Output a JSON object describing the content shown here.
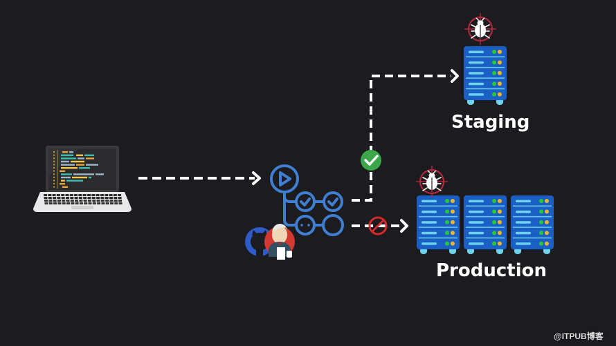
{
  "diagram": {
    "title": "CI/CD deployment pipeline",
    "colors": {
      "background": "#1c1b1f",
      "arrow": "#ffffff",
      "pipeline_blue": "#3f7fd1",
      "server_body": "#1a5fc4",
      "server_slot_line": "#6fd3ee",
      "server_led_green": "#2bc93a",
      "server_led_yellow": "#f0b429",
      "server_feet": "#6fd3ee",
      "success_green": "#3aa84a",
      "blocked_red": "#d42a2a",
      "bug_target_red": "#b1283a",
      "bug_white": "#ffffff"
    },
    "nodes": [
      {
        "id": "developer-laptop",
        "kind": "laptop",
        "description": "Developer laptop with code editor"
      },
      {
        "id": "ci-pipeline",
        "kind": "workflow",
        "description": "GitHub Actions workflow with play, two passed checks, one pending and one empty job"
      },
      {
        "id": "ci-tools",
        "kind": "logos",
        "items": [
          "github-logo",
          "jenkins-logo"
        ]
      },
      {
        "id": "staging",
        "kind": "server-group",
        "server_count": 1,
        "label": "Staging",
        "has_bug": true
      },
      {
        "id": "production",
        "kind": "server-group",
        "server_count": 3,
        "label": "Production",
        "has_bug": true
      }
    ],
    "edges": [
      {
        "from": "developer-laptop",
        "to": "ci-pipeline",
        "style": "dashed",
        "status": "none"
      },
      {
        "from": "ci-pipeline",
        "to": "staging",
        "style": "dashed",
        "status": "passed",
        "status_icon": "check-circle-icon"
      },
      {
        "from": "ci-pipeline",
        "to": "production",
        "style": "dashed",
        "status": "blocked",
        "status_icon": "prohibited-icon"
      }
    ],
    "labels": {
      "staging": "Staging",
      "production": "Production"
    }
  },
  "watermark": "@ITPUB博客"
}
